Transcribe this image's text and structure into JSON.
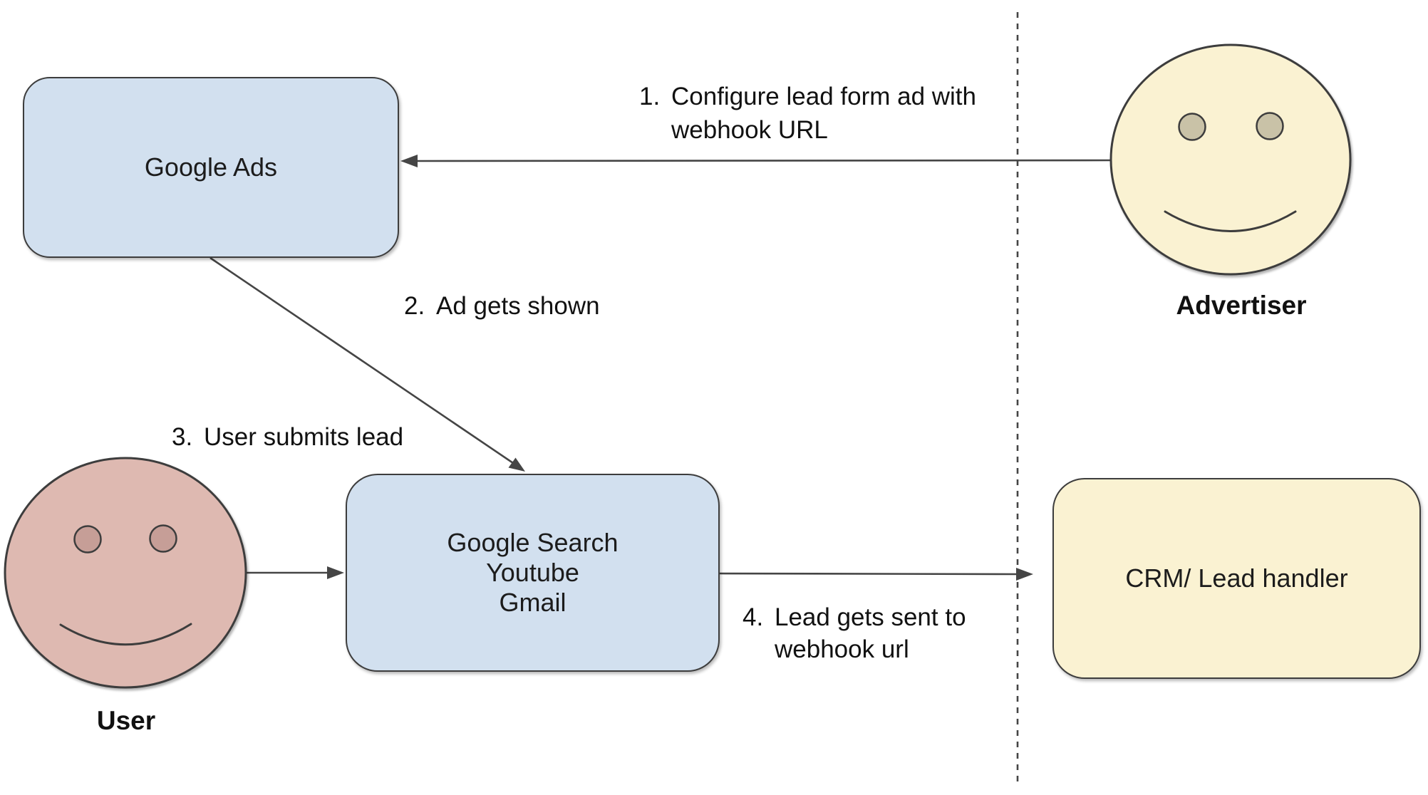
{
  "diagram": {
    "boxes": {
      "google_ads": {
        "label": "Google Ads",
        "fill": "#D2E0EF"
      },
      "google_properties": {
        "lines": [
          "Google Search",
          "Youtube",
          "Gmail"
        ],
        "fill": "#D2E0EF"
      },
      "crm": {
        "label": "CRM/ Lead handler",
        "fill": "#FAF2D2"
      }
    },
    "actors": {
      "advertiser": {
        "label": "Advertiser",
        "icon": "smiley-face-icon",
        "face_fill": "#FAF2D2",
        "eye_fill": "#C9C2A7"
      },
      "user": {
        "label": "User",
        "icon": "smiley-face-icon",
        "face_fill": "#DEB9B1",
        "eye_fill": "#C69E97"
      }
    },
    "steps": [
      {
        "num": "1.",
        "lines": [
          "Configure lead form ad with",
          "webhook URL"
        ]
      },
      {
        "num": "2.",
        "lines": [
          "Ad gets shown"
        ]
      },
      {
        "num": "3.",
        "lines": [
          "User submits lead"
        ]
      },
      {
        "num": "4.",
        "lines": [
          "Lead gets sent to",
          "webhook url"
        ]
      }
    ],
    "colors": {
      "stroke": "#454545",
      "border": "#3d3d3d",
      "blue_fill": "#D2E0EF",
      "yellow_fill": "#FAF2D2",
      "pink_fill": "#DEB9B1",
      "text": "#111111"
    }
  }
}
